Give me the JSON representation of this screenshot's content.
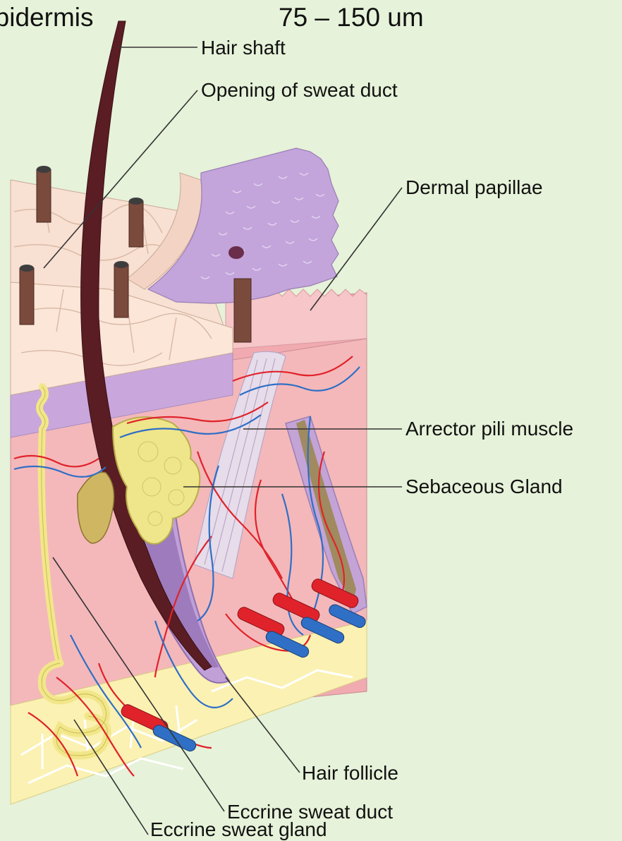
{
  "header": {
    "title_left": "Epidermis",
    "title_right": "75 – 150 um"
  },
  "labels": {
    "hair_shaft": "Hair shaft",
    "opening_of_sweat_duct": "Opening of sweat duct",
    "dermal_papillae": "Dermal papillae",
    "arrector_pili_muscle": "Arrector pili muscle",
    "sebaceous_gland": "Sebaceous Gland",
    "hair_follicle": "Hair follicle",
    "eccrine_sweat_duct": "Eccrine sweat duct",
    "eccrine_sweat_gland": "Eccrine sweat gland"
  },
  "colors": {
    "background": "#e6f2d9",
    "epidermis_surface": "#f8dfcf",
    "dermis": "#f2b3b6",
    "papillary_layer": "#cba7da",
    "hypodermis": "#fbf1b2",
    "hair": "#5a1d24",
    "artery": "#e0232b",
    "vein": "#2f6fc6",
    "gland": "#efe58a"
  }
}
